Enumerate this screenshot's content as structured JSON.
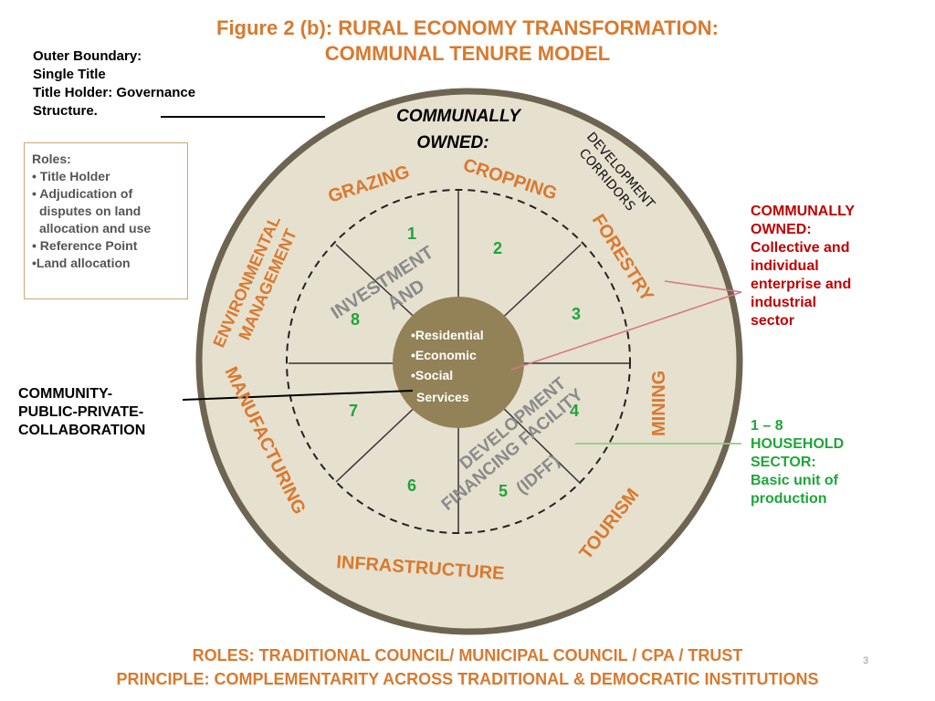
{
  "title": {
    "line1": "Figure 2 (b): RURAL ECONOMY TRANSFORMATION:",
    "line2": "COMMUNAL TENURE  MODEL"
  },
  "outer_boundary": {
    "lines": [
      "Outer Boundary:",
      "Single Title",
      "Title Holder: Governance",
      "Structure."
    ]
  },
  "roles_box": {
    "heading": "Roles:",
    "items": [
      "• Title Holder",
      "• Adjudication of",
      "disputes on land",
      "allocation and use",
      "• Reference Point",
      "•Land allocation"
    ]
  },
  "circle_labels": {
    "communally_owned": [
      "COMMUNALLY",
      "OWNED:"
    ],
    "development_corridors": [
      "DEVELOPMENT",
      "CORRIDORS"
    ],
    "sectors": {
      "grazing": "GRAZING",
      "cropping": "CROPPING",
      "forestry": "FORESTRY",
      "mining": "MINING",
      "tourism": "TOURISM",
      "infrastructure": "INFRASTRUCTURE",
      "manufacturing": "MANUFACTURING",
      "environmental": [
        "ENVIRONMENTAL",
        "MANAGEMENT"
      ]
    },
    "investment": [
      "INVESTMENT",
      "AND"
    ],
    "idff": [
      "DEVELOPMENT",
      "FINANCING FACILITY",
      "(IDFF)"
    ],
    "numbers": [
      "1",
      "2",
      "3",
      "4",
      "5",
      "6",
      "7",
      "8"
    ],
    "center": [
      "•Residential",
      "•Economic",
      "•Social",
      "Services"
    ]
  },
  "right_red": [
    "COMMUNALLY",
    "OWNED:",
    "Collective and",
    "individual",
    "enterprise and",
    "industrial",
    "sector"
  ],
  "right_green": [
    "1 – 8",
    "HOUSEHOLD",
    "SECTOR:",
    "Basic unit of",
    "production"
  ],
  "cpp": [
    "COMMUNITY-",
    "PUBLIC-PRIVATE-",
    "COLLABORATION"
  ],
  "footer": {
    "line1": "ROLES: TRADITIONAL COUNCIL/ MUNICIPAL  COUNCIL / CPA / TRUST",
    "line2": "PRINCIPLE: COMPLEMENTARITY  ACROSS TRADITIONAL & DEMOCRATIC INSTITUTIONS"
  },
  "page_number": "3",
  "colors": {
    "orange": "#d9792e",
    "grey_text": "#8a8a8a",
    "green": "#1fa53a",
    "red": "#c00000",
    "outer_ring": "#6e6452",
    "disc_fill": "#e6e0cf",
    "center_fill": "#938257"
  }
}
